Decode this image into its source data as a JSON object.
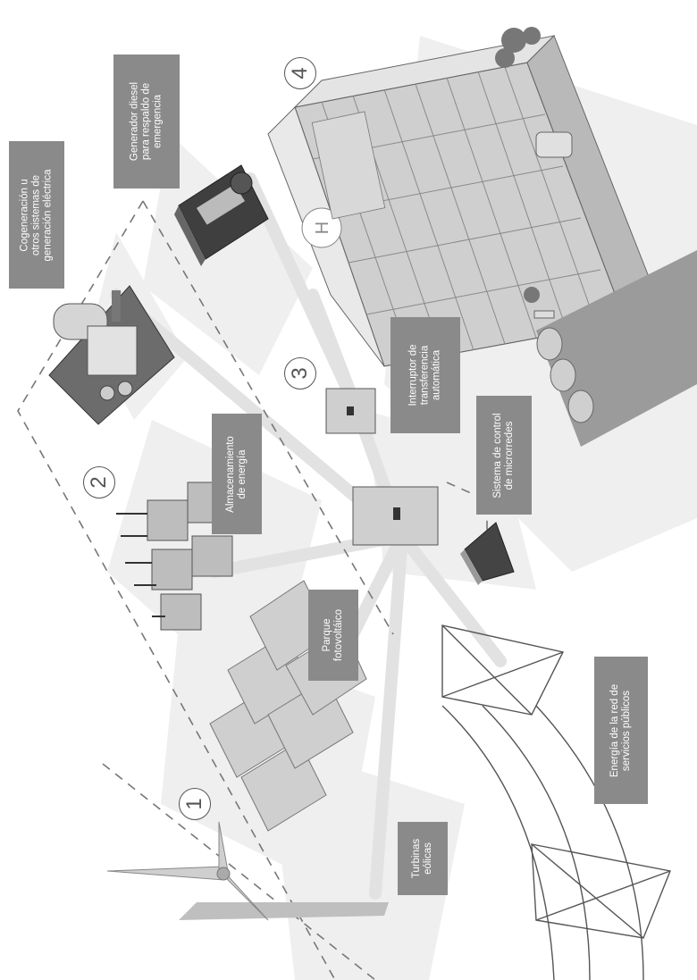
{
  "labels": {
    "cogeneracion": "Cogeneración u\notros sistemas de\ngeneración eléctrica",
    "generador": "Generador diesel\npara respaldo de\nemergencia",
    "almacenamiento": "Almacenamiento\nde energía",
    "interruptor": "Interruptor de\ntransferencia\nautomática",
    "sistema_control": "Sistema de control\nde microrredes",
    "parque": "Parque\nfotovoltáico",
    "turbinas": "Turbinas\neólicas",
    "energia_red": "Energía de la red de\nservicios públicos"
  },
  "numbers": {
    "n1": "1",
    "n2": "2",
    "n3": "3",
    "n4": "4"
  },
  "colors": {
    "label_bg": "#8a8a8a",
    "background_shape": "#ececec",
    "line": "#555555"
  }
}
